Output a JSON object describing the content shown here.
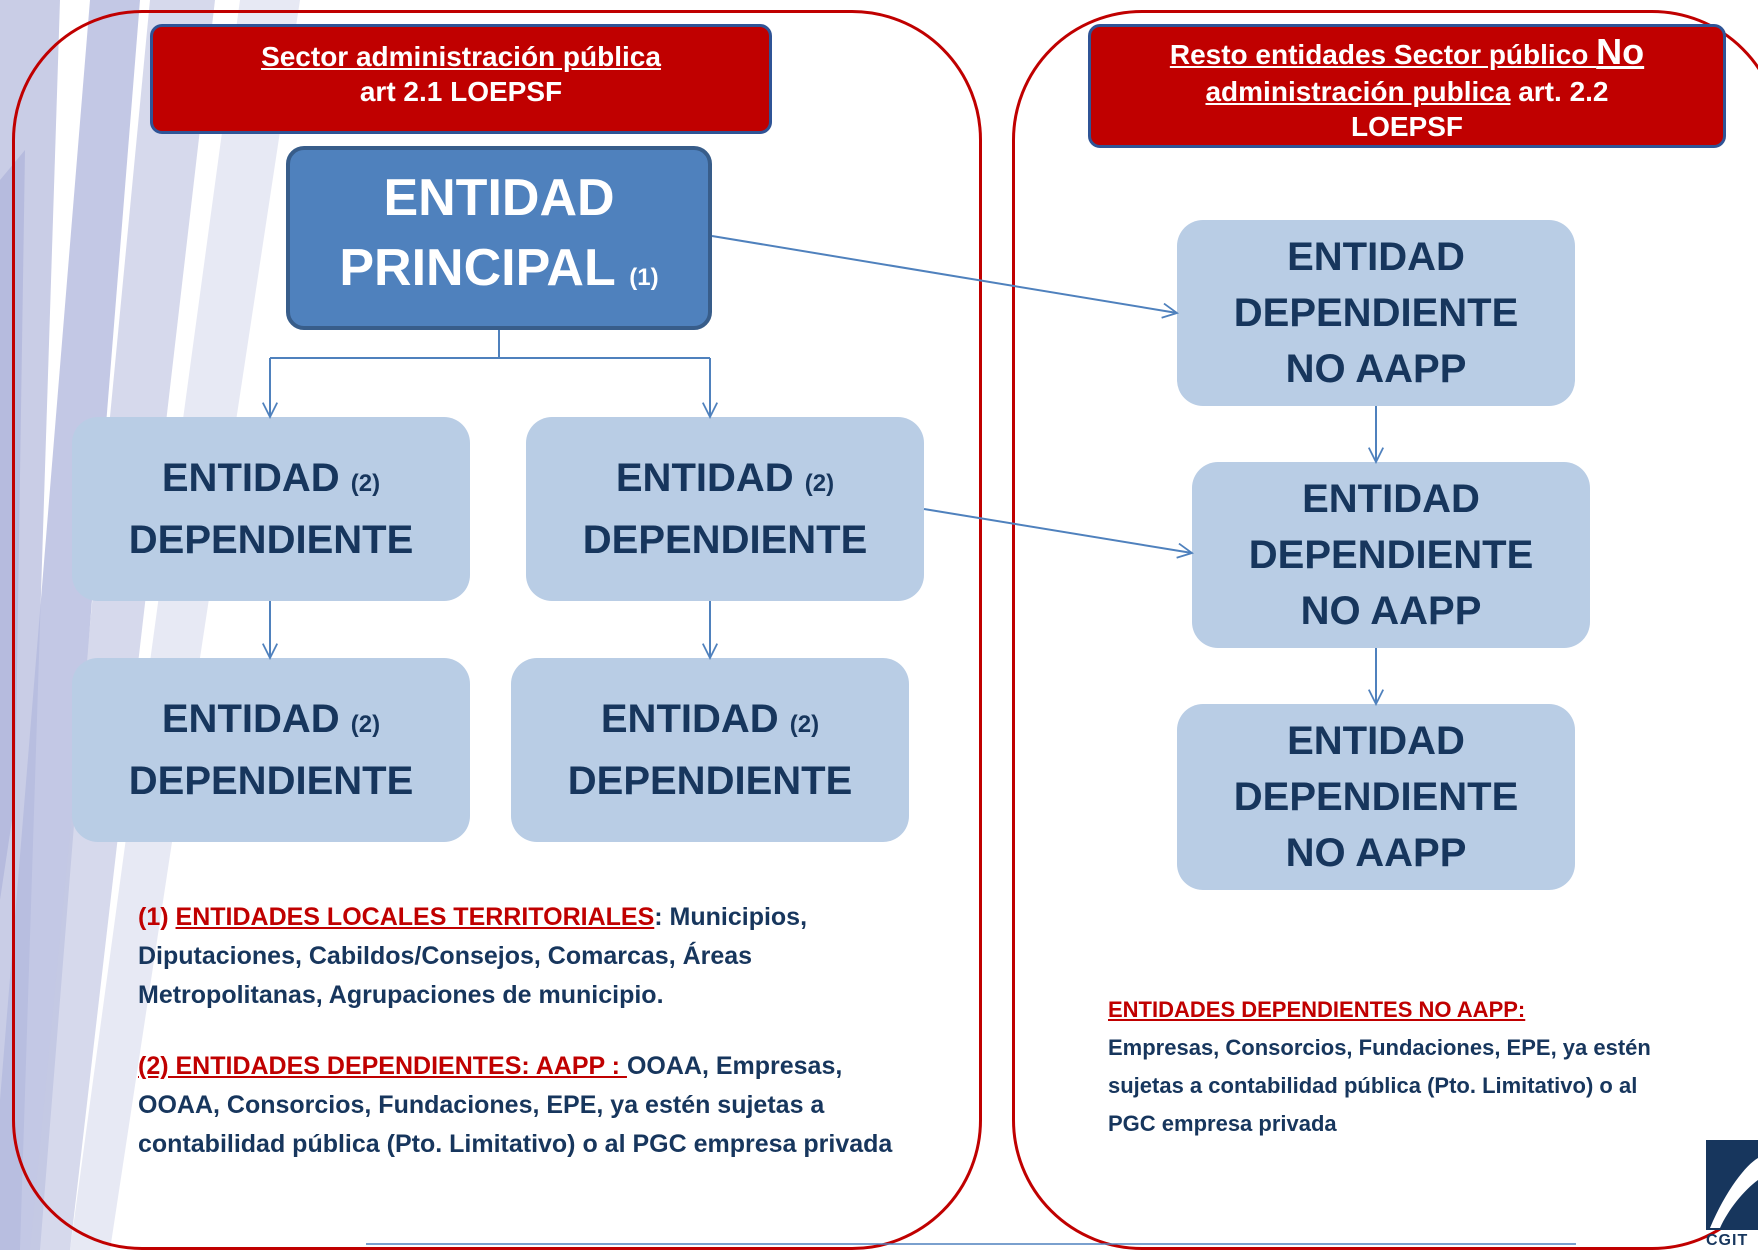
{
  "left_panel": {
    "header_line1": "Sector administración pública",
    "header_line2": "art 2.1 LOEPSF",
    "principal": {
      "line1": "ENTIDAD",
      "line2": "PRINCIPAL",
      "marker": "(1)"
    },
    "dependent_boxes": [
      {
        "word1": "ENTIDAD",
        "marker": "(2)",
        "word2": "DEPENDIENTE"
      },
      {
        "word1": "ENTIDAD",
        "marker": "(2)",
        "word2": "DEPENDIENTE"
      },
      {
        "word1": "ENTIDAD",
        "marker": "(2)",
        "word2": "DEPENDIENTE"
      },
      {
        "word1": "ENTIDAD",
        "marker": "(2)",
        "word2": "DEPENDIENTE"
      }
    ],
    "note1": {
      "marker": "(1)",
      "title": "ENTIDADES LOCALES TERRITORIALES",
      "text": ":  Municipios, Diputaciones,  Cabildos/Consejos, Comarcas, Áreas Metropolitanas, Agrupaciones de municipio."
    },
    "note2": {
      "title": "(2) ENTIDADES DEPENDIENTES:  AAPP : ",
      "text": "OOAA, Empresas, OOAA, Consorcios, Fundaciones, EPE, ya estén  sujetas a contabilidad pública (Pto. Limitativo)  o al PGC empresa privada"
    }
  },
  "right_panel": {
    "header_part1": "Resto entidades Sector público ",
    "header_part2": "No",
    "header_part3": "administración publica",
    "header_part4": "  art. 2.2",
    "header_part5": "LOEPSF",
    "boxes": [
      {
        "line1": "ENTIDAD",
        "line2": "DEPENDIENTE",
        "line3": "NO AAPP"
      },
      {
        "line1": "ENTIDAD",
        "line2": "DEPENDIENTE",
        "line3": "NO AAPP"
      },
      {
        "line1": "ENTIDAD",
        "line2": "DEPENDIENTE",
        "line3": "NO AAPP"
      }
    ],
    "note": {
      "title": "ENTIDADES DEPENDIENTES NO AAPP:",
      "text": "Empresas, Consorcios, Fundaciones, EPE, ya estén  sujetas a contabilidad pública (Pto. Limitativo)  o al PGC empresa privada"
    }
  },
  "logo_text": "CGIT",
  "colors": {
    "accent_red": "#c00000",
    "principal_blue": "#4f81bd",
    "box_light_blue": "#b9cde5",
    "text_navy": "#17365d",
    "connector": "#4f81bd"
  }
}
